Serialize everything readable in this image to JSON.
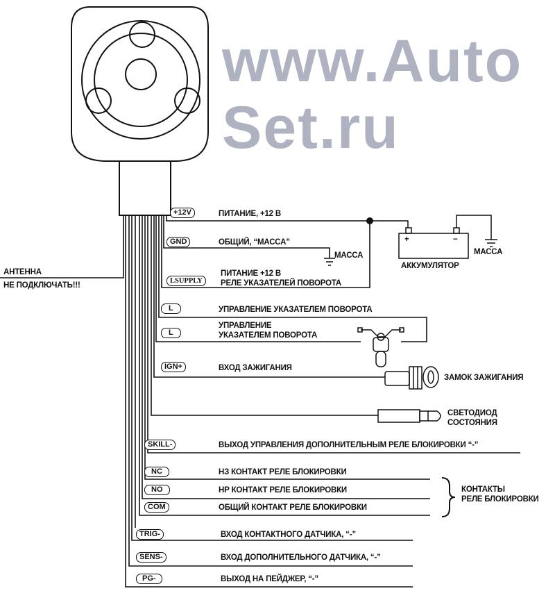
{
  "wires": [
    {
      "tag": "+12V",
      "label": "ПИТАНИЕ, +12 В"
    },
    {
      "tag": "GND",
      "label": "ОБЩИЙ, “МАССА”"
    },
    {
      "tag": "LSUPPLY",
      "label": "ПИТАНИЕ +12 В",
      "label2": "РЕЛЕ УКАЗАТЕЛЕЙ ПОВОРОТА"
    },
    {
      "tag": "L",
      "label": "УПРАВЛЕНИЕ УКАЗАТЕЛЕМ ПОВОРОТА"
    },
    {
      "tag": "L",
      "label": "УПРАВЛЕНИЕ",
      "label2": "УКАЗАТЕЛЕМ ПОВОРОТА"
    },
    {
      "tag": "IGN+",
      "label": "ВХОД ЗАЖИГАНИЯ"
    },
    {
      "tag": "SKILL-",
      "label": "ВЫХОД УПРАВЛЕНИЯ ДОПОЛНИТЕЛЬНЫМ РЕЛЕ БЛОКИРОВКИ “-”"
    },
    {
      "tag": "NC",
      "label": "НЗ КОНТАКТ РЕЛЕ БЛОКИРОВКИ"
    },
    {
      "tag": "NO",
      "label": "НР КОНТАКТ РЕЛЕ БЛОКИРОВКИ"
    },
    {
      "tag": "COM",
      "label": "ОБЩИЙ КОНТАКТ РЕЛЕ БЛОКИРОВКИ"
    },
    {
      "tag": "TRIG-",
      "label": "ВХОД КОНТАКТНОГО ДАТЧИКА, “-”"
    },
    {
      "tag": "SENS-",
      "label": "ВХОД ДОПОЛНИТЕЛЬНОГО ДАТЧИКА, “-”"
    },
    {
      "tag": "PG-",
      "label": "ВЫХОД НА ПЕЙДЖЕР, “-”"
    }
  ],
  "antenna": {
    "line1": "АНТЕННА",
    "line2": "НЕ ПОДКЛЮЧАТЬ!!!"
  },
  "ground_label_1": "МАССА",
  "ground_label_2": "МАССА",
  "battery": {
    "label": "АККУМУЛЯТОР",
    "plus": "+",
    "minus": "−"
  },
  "ignition_lock": "ЗАМОК ЗАЖИГАНИЯ",
  "led": {
    "line1": "СВЕТОДИОД",
    "line2": "СОСТОЯНИЯ"
  },
  "relay_contacts": {
    "line1": "КОНТАКТЫ",
    "line2": "РЕЛЕ БЛОКИРОВКИ"
  },
  "watermark": "www.AutoSet.ru"
}
